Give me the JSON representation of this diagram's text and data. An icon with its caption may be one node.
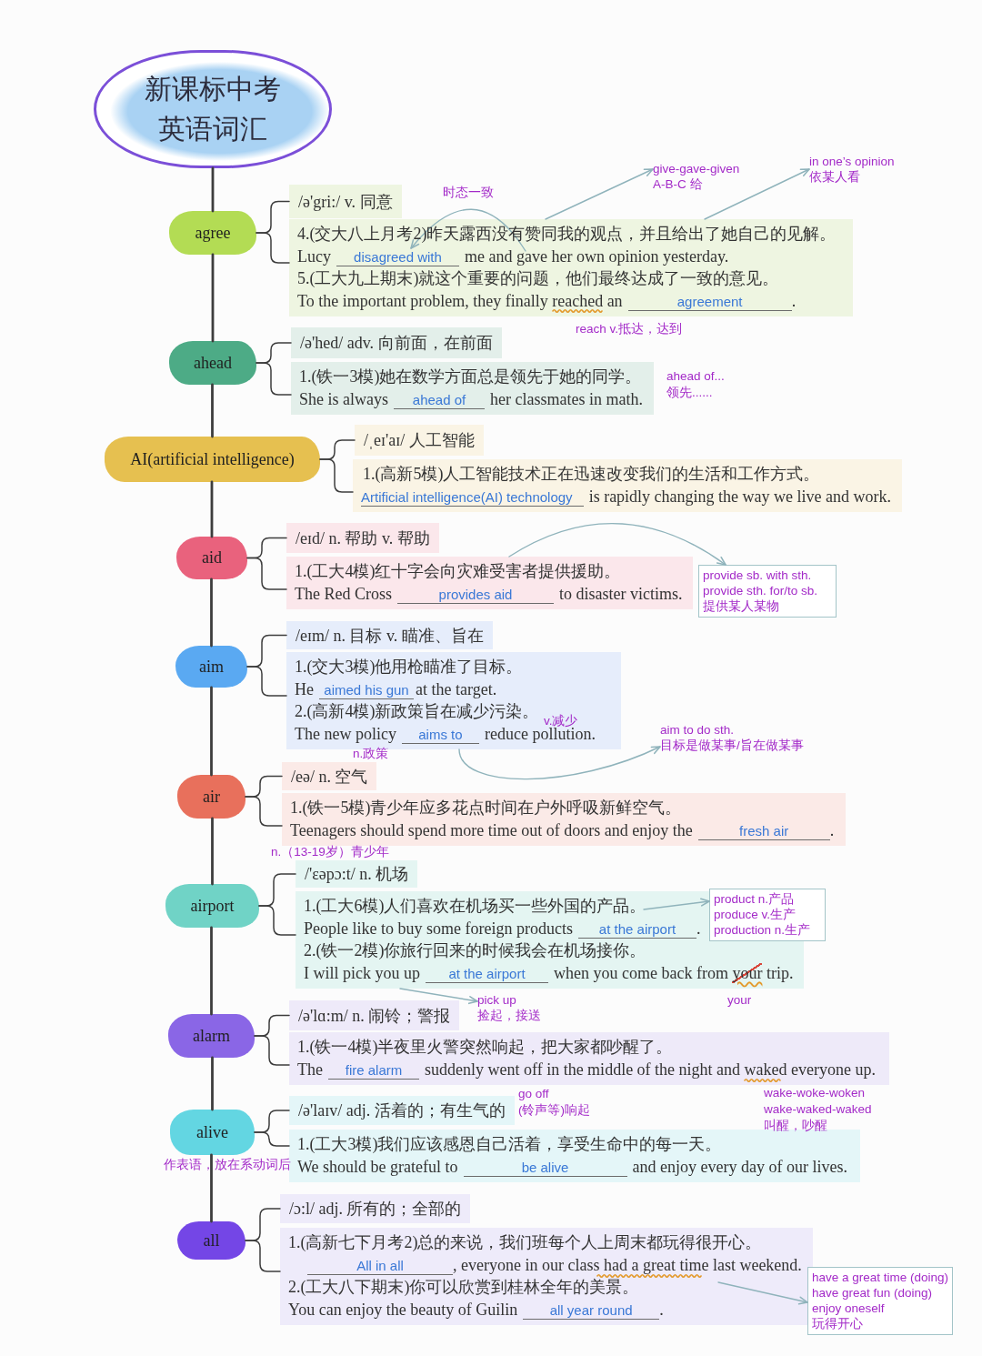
{
  "diagram": {
    "nodes": [
      {
        "text": [
          "新课标中考英语词汇"
        ]
      },
      {
        "text": [
          "agree"
        ]
      },
      {
        "text": [
          "/ə'gri:/ v. 同意"
        ]
      },
      {
        "text": [
          "4.(交大八上月考2)昨天露西没有赞同我的观点，并且给出了她自己的见解。",
          "Lucy",
          "disagreed with",
          "me and gave her own opinion yesterday.",
          "5.(工大九上期末)就这个重要的问题，他们最终达成了一致的意见。",
          "To the important problem, they finally reached an",
          "agreement",
          "."
        ]
      },
      {
        "text": [
          "give-gave-given",
          "A-B-C 给"
        ]
      },
      {
        "text": [
          "in one’s opinion",
          "依某人看"
        ]
      },
      {
        "text": [
          "ahead"
        ]
      },
      {
        "text": [
          "/ə'hed/ adv. 向前面，在前面"
        ]
      },
      {
        "text": [
          "1.(铁一3模)她在数学方面总是领先于她的同学。",
          "She is always",
          "ahead of",
          "her classmates in math."
        ]
      },
      {
        "text": [
          "AI(artificial intelligence)"
        ]
      },
      {
        "text": [
          "/ˌeɪ'aɪ/ 人工智能"
        ]
      },
      {
        "text": [
          "1.(高新5模)人工智能技术正在迅速改变我们的生活和工作方式。",
          "Artificial intelligence(AI) technology",
          "is rapidly changing the way we live and work."
        ]
      },
      {
        "text": [
          "aid"
        ]
      },
      {
        "text": [
          "/eɪd/ n. 帮助 v. 帮助"
        ]
      },
      {
        "text": [
          "1.(工大4模)红十字会向灾难受害者提供援助。",
          "The Red Cross",
          "provides aid",
          "to disaster victims."
        ]
      },
      {
        "text": [
          "provide sb. with sth.",
          "provide sth. for/to sb.",
          "提供某人某物"
        ]
      },
      {
        "text": [
          "aim"
        ]
      },
      {
        "text": [
          "/eɪm/ n. 目标 v. 瞄准、旨在"
        ]
      },
      {
        "text": [
          "1.(交大3模)他用枪瞄准了目标。",
          "He",
          "aimed his gun",
          "at the target.",
          "2.(高新4模)新政策旨在减少污染。",
          "The new policy",
          "aims to",
          "reduce pollution."
        ]
      },
      {
        "text": [
          "aim to do sth.",
          "目标是做某事/旨在做某事"
        ]
      },
      {
        "text": [
          "air"
        ]
      },
      {
        "text": [
          "/eə/ n. 空气"
        ]
      },
      {
        "text": [
          "1.(铁一5模)青少年应多花点时间在户外呼吸新鲜空气。",
          "Teenagers should spend more time out of doors and enjoy the",
          "fresh air",
          "."
        ]
      },
      {
        "text": [
          "airport"
        ]
      },
      {
        "text": [
          "/'ɛəpɔ:t/ n. 机场"
        ]
      },
      {
        "text": [
          "1.(工大6模)人们喜欢在机场买一些外国的产品。",
          "People like to buy some foreign products",
          "at the airport",
          ".",
          "2.(铁一2模)你旅行回来的时候我会在机场接你。",
          "I will pick you up",
          "at the airport",
          "when you come back from",
          "your",
          "trip."
        ]
      },
      {
        "text": [
          "product n.产品",
          "produce v.生产",
          "production n.生产"
        ]
      },
      {
        "text": [
          "pick up",
          "捡起，接送"
        ]
      },
      {
        "text": [
          "alarm"
        ]
      },
      {
        "text": [
          "/ə'lɑ:m/ n. 闹铃；警报"
        ]
      },
      {
        "text": [
          "1.(铁一4模)半夜里火警突然响起，把大家都吵醒了。",
          "The",
          "fire alarm",
          "suddenly went off in the middle of the night and waked everyone up."
        ]
      },
      {
        "text": [
          "alive"
        ]
      },
      {
        "text": [
          "/ə'laɪv/ adj. 活着的；有生气的"
        ]
      },
      {
        "text": [
          "1.(工大3模)我们应该感恩自己活着，享受生命中的每一天。",
          "We should be grateful to",
          "be alive",
          "and enjoy every day of our lives."
        ]
      },
      {
        "text": [
          "all"
        ]
      },
      {
        "text": [
          "/ɔ:l/ adj. 所有的；全部的"
        ]
      },
      {
        "text": [
          "1.(高新七下月考2)总的来说，我们班每个人上周末都玩得很开心。",
          "All in all",
          ", everyone in our class had a great time last weekend.",
          "2.(工大八下期末)你可以欣赏到桂林全年的美景。",
          "You can enjoy the beauty of Guilin",
          "all year round",
          "."
        ]
      },
      {
        "text": [
          "have a great time (doing)",
          "have great fun (doing)",
          "enjoy oneself",
          "玩得开心"
        ]
      }
    ],
    "edges": [
      {
        "from": 0,
        "to": 1,
        "arrow": "none"
      },
      {
        "from": 1,
        "to": 6,
        "arrow": "none"
      },
      {
        "from": 6,
        "to": 9,
        "arrow": "none"
      },
      {
        "from": 9,
        "to": 12,
        "arrow": "none"
      },
      {
        "from": 12,
        "to": 16,
        "arrow": "none"
      },
      {
        "from": 16,
        "to": 20,
        "arrow": "none"
      },
      {
        "from": 20,
        "to": 23,
        "arrow": "none"
      },
      {
        "from": 23,
        "to": 28,
        "arrow": "none"
      },
      {
        "from": 28,
        "to": 31,
        "arrow": "none"
      },
      {
        "from": 31,
        "to": 34,
        "arrow": "none"
      },
      {
        "from": 1,
        "to": 2,
        "arrow": "none"
      },
      {
        "from": 1,
        "to": 3,
        "arrow": "none"
      },
      {
        "from": 6,
        "to": 7,
        "arrow": "none"
      },
      {
        "from": 6,
        "to": 8,
        "arrow": "none"
      },
      {
        "from": 9,
        "to": 10,
        "arrow": "none"
      },
      {
        "from": 9,
        "to": 11,
        "arrow": "none"
      },
      {
        "from": 12,
        "to": 13,
        "arrow": "none"
      },
      {
        "from": 12,
        "to": 14,
        "arrow": "none"
      },
      {
        "from": 16,
        "to": 17,
        "arrow": "none"
      },
      {
        "from": 16,
        "to": 18,
        "arrow": "none"
      },
      {
        "from": 20,
        "to": 21,
        "arrow": "none"
      },
      {
        "from": 20,
        "to": 22,
        "arrow": "none"
      },
      {
        "from": 23,
        "to": 24,
        "arrow": "none"
      },
      {
        "from": 23,
        "to": 25,
        "arrow": "none"
      },
      {
        "from": 28,
        "to": 29,
        "arrow": "none"
      },
      {
        "from": 28,
        "to": 30,
        "arrow": "none"
      },
      {
        "from": 31,
        "to": 32,
        "arrow": "none"
      },
      {
        "from": 31,
        "to": 33,
        "arrow": "none"
      },
      {
        "from": 34,
        "to": 35,
        "arrow": "none"
      },
      {
        "from": 34,
        "to": 36,
        "arrow": "none"
      },
      {
        "from": 3,
        "to": 4,
        "arrow": "to",
        "color": "#8fb3bb"
      },
      {
        "from": 3,
        "to": 5,
        "arrow": "to",
        "color": "#8fb3bb"
      },
      {
        "from": 14,
        "to": 15,
        "arrow": "to",
        "color": "#8fb3bb"
      },
      {
        "from": 18,
        "to": 19,
        "arrow": "to",
        "color": "#8fb3bb"
      },
      {
        "from": 25,
        "to": 26,
        "arrow": "to",
        "color": "#8fb3bb"
      },
      {
        "from": 25,
        "to": 27,
        "arrow": "to",
        "color": "#8fb3bb"
      },
      {
        "from": 36,
        "to": 37,
        "arrow": "to",
        "color": "#8fb3bb"
      },
      {
        "from": null,
        "to": 3,
        "arrow": "to",
        "label": "时态一致",
        "color": "#8fb3bb"
      }
    ],
    "labels": [
      "reach v.抵达，达到",
      "ahead of...",
      "领先......",
      "v.减少",
      "n.政策",
      "n.（13-19岁）青少年",
      "your",
      "go off",
      "(铃声等)响起",
      "wake-woke-woken",
      "wake-waked-waked",
      "叫醒，吵醒",
      "作表语，放在系动词后"
    ]
  }
}
